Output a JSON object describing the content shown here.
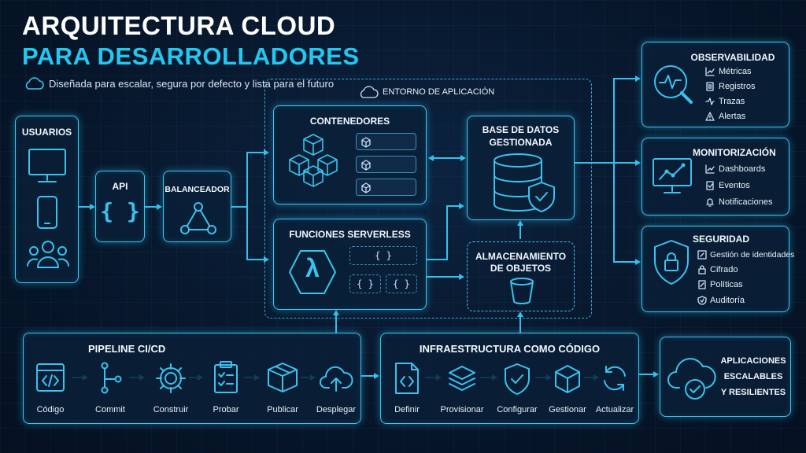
{
  "title": {
    "line1": "ARQUITECTURA CLOUD",
    "line2": "PARA DESARROLLADORES"
  },
  "subtitle": "Diseñada para escalar, segura por defecto y lista para el futuro",
  "environment_label": "ENTORNO DE APLICACIÓN",
  "users": {
    "label": "USUARIOS"
  },
  "api": {
    "label": "API",
    "glyph": "{ }"
  },
  "balancer": {
    "label": "BALANCEADOR"
  },
  "containers": {
    "label": "CONTENEDORES"
  },
  "serverless": {
    "label": "FUNCIONES SERVERLESS",
    "glyph": "λ",
    "chips": [
      "{ }",
      "{ }",
      "{ }"
    ]
  },
  "database": {
    "label_line1": "BASE DE DATOS",
    "label_line2": "GESTIONADA"
  },
  "storage": {
    "label_line1": "ALMACENAMIENTO",
    "label_line2": "DE OBJETOS"
  },
  "observability": {
    "label": "OBSERVABILIDAD",
    "items": [
      "Métricas",
      "Registros",
      "Trazas",
      "Alertas"
    ]
  },
  "monitoring": {
    "label": "MONITORIZACIÓN",
    "items": [
      "Dashboards",
      "Eventos",
      "Notificaciones"
    ]
  },
  "security": {
    "label": "SEGURIDAD",
    "items": [
      "Gestión de identidades",
      "Cifrado",
      "Políticas",
      "Auditoría"
    ]
  },
  "pipeline": {
    "label": "PIPELINE CI/CD",
    "steps": [
      "Código",
      "Commit",
      "Construir",
      "Probar",
      "Publicar",
      "Desplegar"
    ]
  },
  "iac": {
    "label": "INFRAESTRUCTURA COMO CÓDIGO",
    "steps": [
      "Definir",
      "Provisionar",
      "Configurar",
      "Gestionar",
      "Actualizar"
    ]
  },
  "result": {
    "line1": "APLICACIONES",
    "line2": "ESCALABLES",
    "line3": "Y RESILIENTES"
  },
  "colors": {
    "accent": "#22c8f0",
    "border": "#3fc4ee",
    "background": "#07162a",
    "title": "#ffffff"
  },
  "icons": [
    "cloud-icon",
    "monitor-icon",
    "phone-icon",
    "users-icon",
    "network-icon",
    "cubes-icon",
    "database-icon",
    "shield-check-icon",
    "bucket-icon",
    "magnifier-pulse-icon",
    "chart-monitor-icon",
    "shield-lock-icon",
    "code-file-icon",
    "commit-icon",
    "gear-icon",
    "clipboard-check-icon",
    "package-icon",
    "cloud-upload-icon",
    "layers-icon",
    "shield-icon",
    "cube-icon",
    "refresh-icon",
    "cloud-check-icon"
  ]
}
